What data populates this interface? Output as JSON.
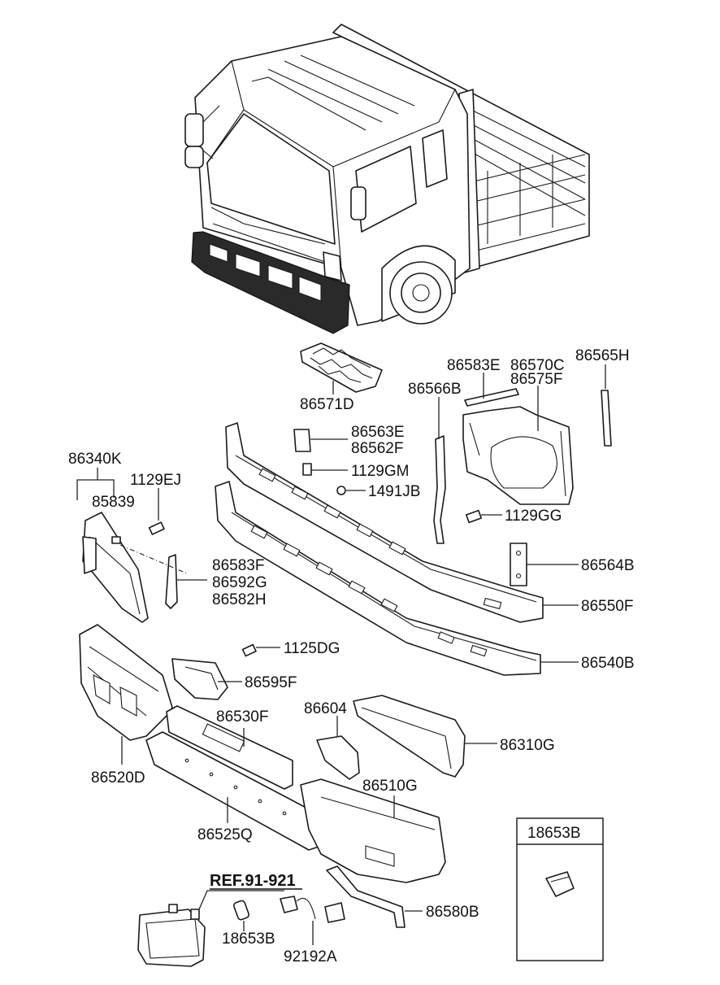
{
  "callouts": {
    "c86571D": "86571D",
    "c86583E": "86583E",
    "c86570C": "86570C",
    "c86565H": "86565H",
    "c86575F": "86575F",
    "c86566B": "86566B",
    "c86563E": "86563E",
    "c86562F": "86562F",
    "c86340K": "86340K",
    "c1129EJ": "1129EJ",
    "c1129GM": "1129GM",
    "c85839": "85839",
    "c1491JB": "1491JB",
    "c1129GG": "1129GG",
    "c86564B": "86564B",
    "c86583F": "86583F",
    "c86592G": "86592G",
    "c86582H": "86582H",
    "c86550F": "86550F",
    "c1125DG": "1125DG",
    "c86540B": "86540B",
    "c86595F": "86595F",
    "c86604": "86604",
    "c86530F": "86530F",
    "c86310G": "86310G",
    "c86520D": "86520D",
    "c86510G": "86510G",
    "c86525Q": "86525Q",
    "c18653B_box": "18653B",
    "c_ref": "REF.91-921",
    "c86580B": "86580B",
    "c18653B": "18653B",
    "c92192A": "92192A"
  }
}
